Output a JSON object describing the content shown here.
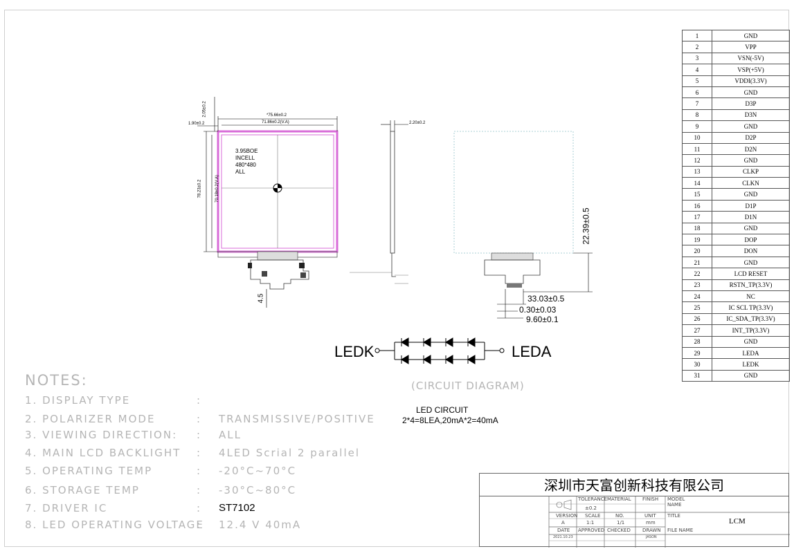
{
  "pin_table": [
    {
      "num": "1",
      "signal": "GND"
    },
    {
      "num": "2",
      "signal": "VPP"
    },
    {
      "num": "3",
      "signal": "VSN(-5V)"
    },
    {
      "num": "4",
      "signal": "VSP(+5V)"
    },
    {
      "num": "5",
      "signal": "VDDI(3.3V)"
    },
    {
      "num": "6",
      "signal": "GND"
    },
    {
      "num": "7",
      "signal": "D3P"
    },
    {
      "num": "8",
      "signal": "D3N"
    },
    {
      "num": "9",
      "signal": "GND"
    },
    {
      "num": "10",
      "signal": "D2P"
    },
    {
      "num": "11",
      "signal": "D2N"
    },
    {
      "num": "12",
      "signal": "GND"
    },
    {
      "num": "13",
      "signal": "CLKP"
    },
    {
      "num": "14",
      "signal": "CLKN"
    },
    {
      "num": "15",
      "signal": "GND"
    },
    {
      "num": "16",
      "signal": "D1P"
    },
    {
      "num": "17",
      "signal": "D1N"
    },
    {
      "num": "18",
      "signal": "GND"
    },
    {
      "num": "19",
      "signal": "DOP"
    },
    {
      "num": "20",
      "signal": "DON"
    },
    {
      "num": "21",
      "signal": "GND"
    },
    {
      "num": "22",
      "signal": "LCD RESET"
    },
    {
      "num": "23",
      "signal": "RSTN_TP(3.3V)"
    },
    {
      "num": "24",
      "signal": "NC"
    },
    {
      "num": "25",
      "signal": "IC SCL TP(3.3V)"
    },
    {
      "num": "26",
      "signal": "IC_SDA_TP(3.3V)"
    },
    {
      "num": "27",
      "signal": "INT_TP(3.3V)"
    },
    {
      "num": "28",
      "signal": "GND"
    },
    {
      "num": "29",
      "signal": "LEDA"
    },
    {
      "num": "30",
      "signal": "LEDK"
    },
    {
      "num": "31",
      "signal": "GND"
    }
  ],
  "front_view": {
    "dim_top_outer": "*75.66±0.2",
    "dim_top_va": "71.86±0.2(V.A)",
    "dim_left_offset": "1.90±0.2",
    "dim_top_offset": "2.05±0.2",
    "dim_height_outer": "78.23±0.2",
    "dim_height_va": "70.18±0.2(V.A)",
    "panel_label": [
      "3.95BOE",
      "INCELL",
      "480*480",
      "ALL"
    ],
    "dim_fpc": "4.5"
  },
  "side_view": {
    "thickness": "2.20±0.2"
  },
  "back_view": {
    "dim_height": "22.39±0.5",
    "dim_a": "33.03±0.5",
    "dim_b": "0.30±0.03",
    "dim_c": "9.60±0.1"
  },
  "circuit": {
    "left_label": "LEDK",
    "right_label": "LEDA",
    "caption": "(CIRCUIT DIAGRAM)",
    "led_title": "LED CIRCUIT",
    "led_spec": "2*4=8LEA,20mA*2=40mA"
  },
  "notes": {
    "title": "NOTES:",
    "rows": [
      {
        "label": "1. DISPLAY TYPE",
        "value": ""
      },
      {
        "label": "2. POLARIZER MODE",
        "value": "TRANSMISSIVE/POSITIVE"
      },
      {
        "label": "3. VIEWING DIRECTION:",
        "value": "ALL"
      },
      {
        "label": "4. MAIN LCD BACKLIGHT",
        "value": "4LED Scrial 2 parallel"
      },
      {
        "label": "5. OPERATING TEMP",
        "value": "-20°C~70°C"
      },
      {
        "label": "6. STORAGE TEMP",
        "value": "-30°C~80°C"
      },
      {
        "label": "7. DRIVER IC",
        "value": "ST7102"
      },
      {
        "label": "8. LED OPERATING VOLTAGE",
        "value": "12.4 V 40mA"
      }
    ],
    "colon": ":"
  },
  "title_block": {
    "company": "深圳市天富创新科技有限公司",
    "tolerance_label": "TOLERANCE",
    "tolerance_value": "±0.2",
    "material_label": "MATERIAL",
    "finish_label": "FINISH",
    "model_label": "MODEL NAME",
    "version_label": "VERSION",
    "version_value": "A",
    "scale_label": "SCALE",
    "scale_value": "1:1",
    "no_label": "NO.",
    "no_value": "1/1",
    "unit_label": "UNIT",
    "unit_value": "mm",
    "title_label": "TITLE",
    "title_value": "LCM",
    "date_label": "DATE",
    "date_value": "2021.10.23",
    "approved_label": "APPROVED",
    "checked_label": "CHECKED",
    "drawn_label": "DRAWN",
    "drawn_value": "JASON",
    "file_label": "FILE NAME"
  },
  "colors": {
    "panel_outline": "#d86bd8",
    "back_grid": "#a9cfd6",
    "notes_text": "#b5b5b5"
  }
}
